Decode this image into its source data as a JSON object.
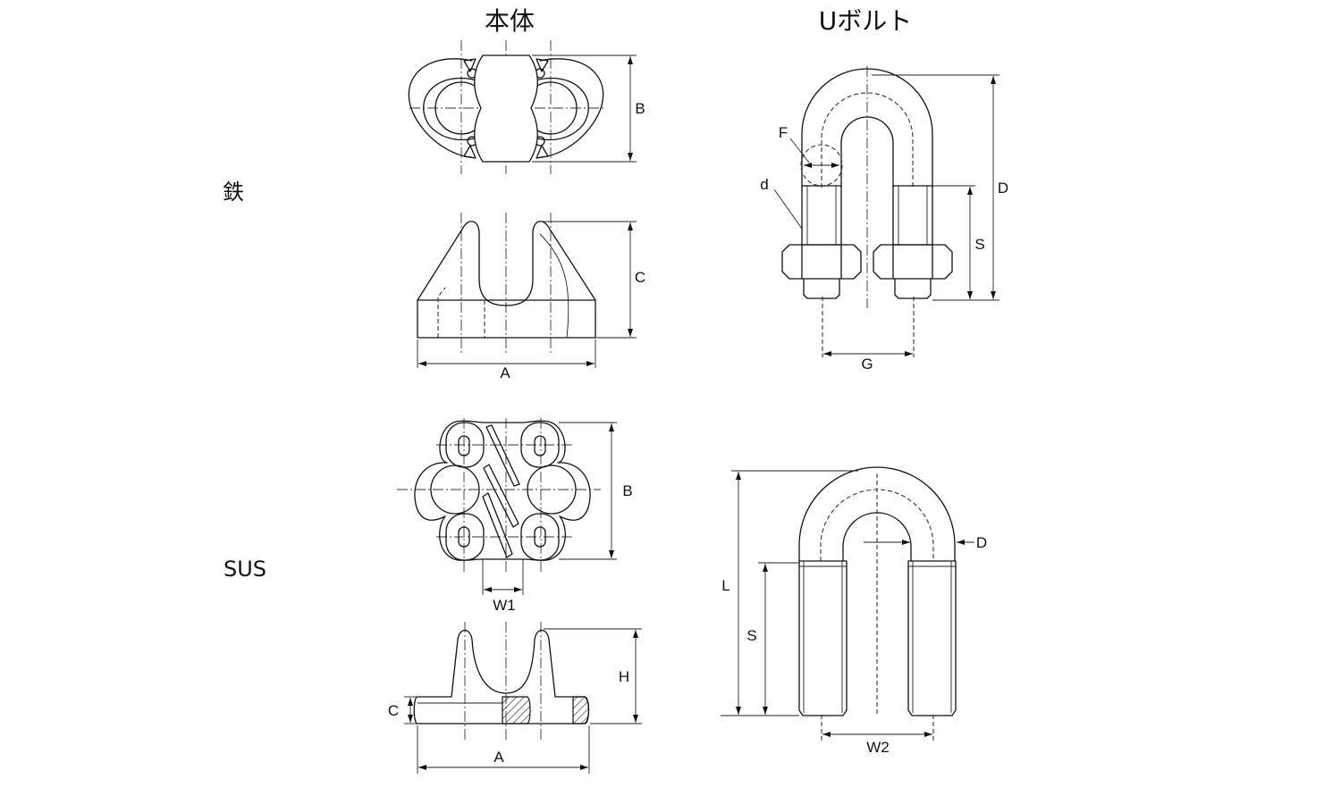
{
  "headers": {
    "body": "本体",
    "ubolt": "Uボルト"
  },
  "rows": {
    "iron": "鉄",
    "sus": "SUS"
  },
  "dimensions": {
    "iron_body_b": "B",
    "iron_body_c": "C",
    "iron_body_a": "A",
    "iron_ubolt_f": "F",
    "iron_ubolt_d_small": "d",
    "iron_ubolt_d": "D",
    "iron_ubolt_s": "S",
    "iron_ubolt_g": "G",
    "sus_body_b": "B",
    "sus_body_w1": "W1",
    "sus_body_h": "H",
    "sus_body_c": "C",
    "sus_body_a": "A",
    "sus_ubolt_d": "D",
    "sus_ubolt_l": "L",
    "sus_ubolt_s": "S",
    "sus_ubolt_w2": "W2"
  }
}
